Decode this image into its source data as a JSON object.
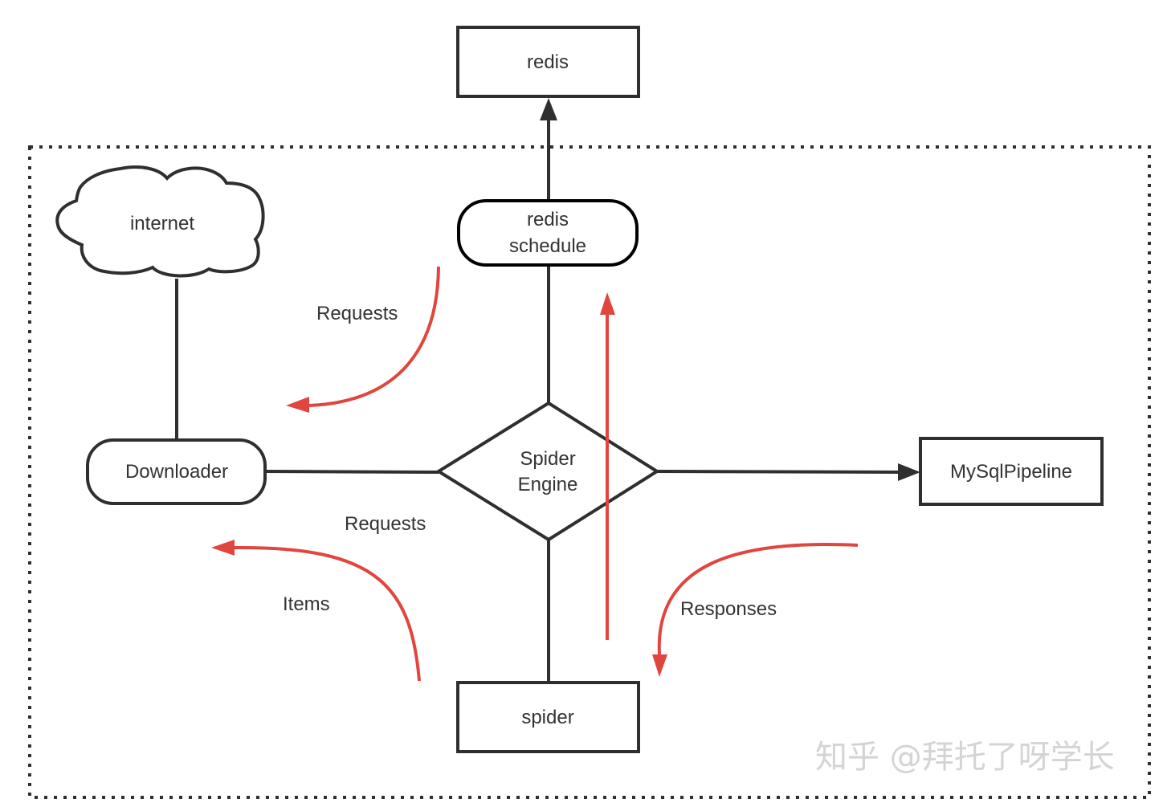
{
  "diagram": {
    "nodes": {
      "redis": "redis",
      "redis_schedule_line1": "redis",
      "redis_schedule_line2": "schedule",
      "internet": "internet",
      "downloader": "Downloader",
      "engine_line1": "Spider",
      "engine_line2": "Engine",
      "mysql_pipeline": "MySqlPipeline",
      "spider": "spider"
    },
    "flow_labels": {
      "requests_top": "Requests",
      "requests_bottom": "Requests",
      "items": "Items",
      "responses": "Responses"
    },
    "watermark": "知乎 @拜托了呀学长",
    "colors": {
      "stroke": "#2f2f2f",
      "flow_arrow": "#e0463e",
      "text": "#333333",
      "watermark": "#d4d4d4"
    }
  }
}
